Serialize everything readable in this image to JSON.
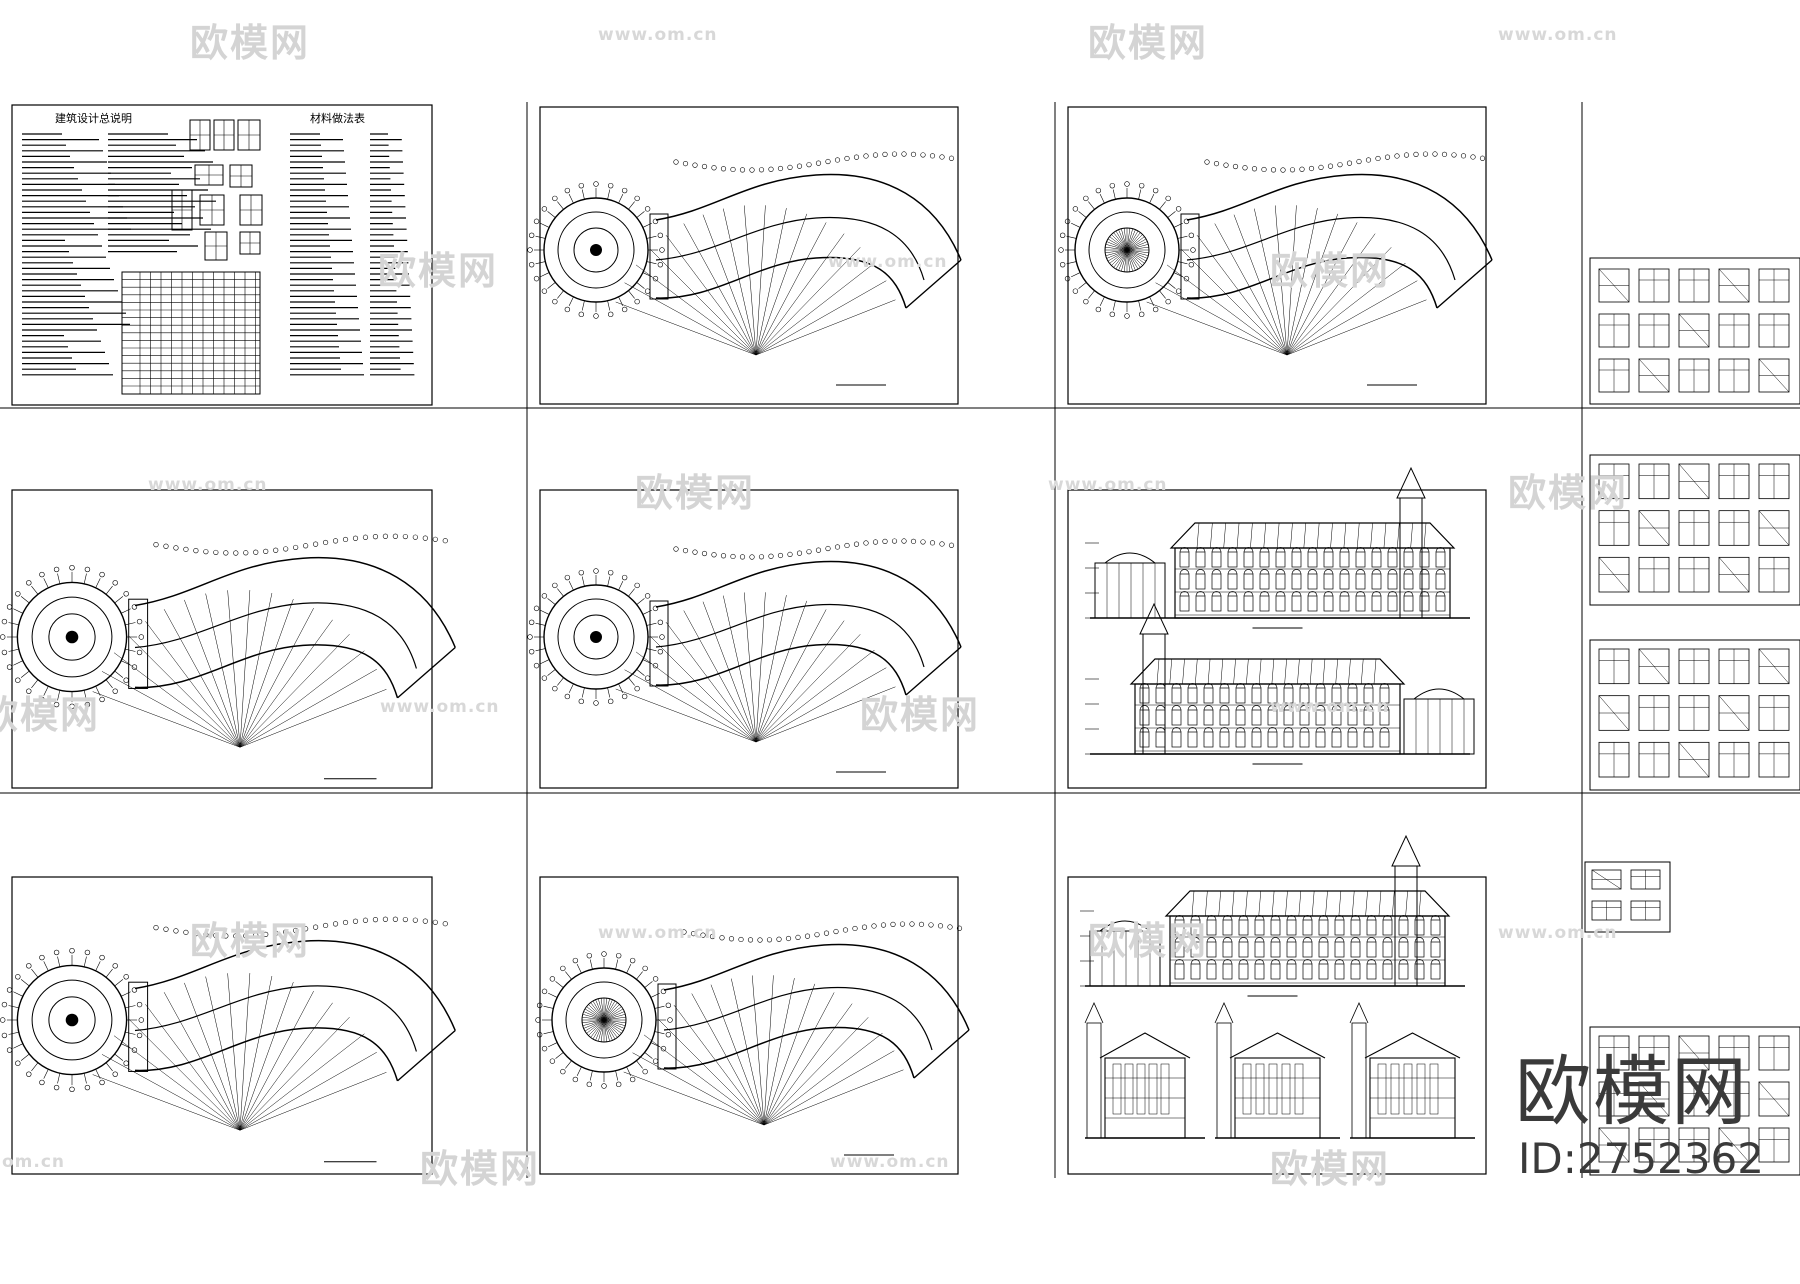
{
  "sheets": {
    "design_notes_title": "建筑设计总说明",
    "materials_title": "材料做法表"
  },
  "watermark": {
    "brand_cn": "欧模网",
    "url": "www.om.cn",
    "url_partial": "om.cn",
    "brand_cropped": "欧模网"
  },
  "brand": {
    "name": "欧模网",
    "asset_id": "ID:2752362"
  },
  "colors": {
    "line": "#000000",
    "watermark": "#d4d4d4",
    "brand_text": "#3a3a3a",
    "background": "#ffffff"
  }
}
